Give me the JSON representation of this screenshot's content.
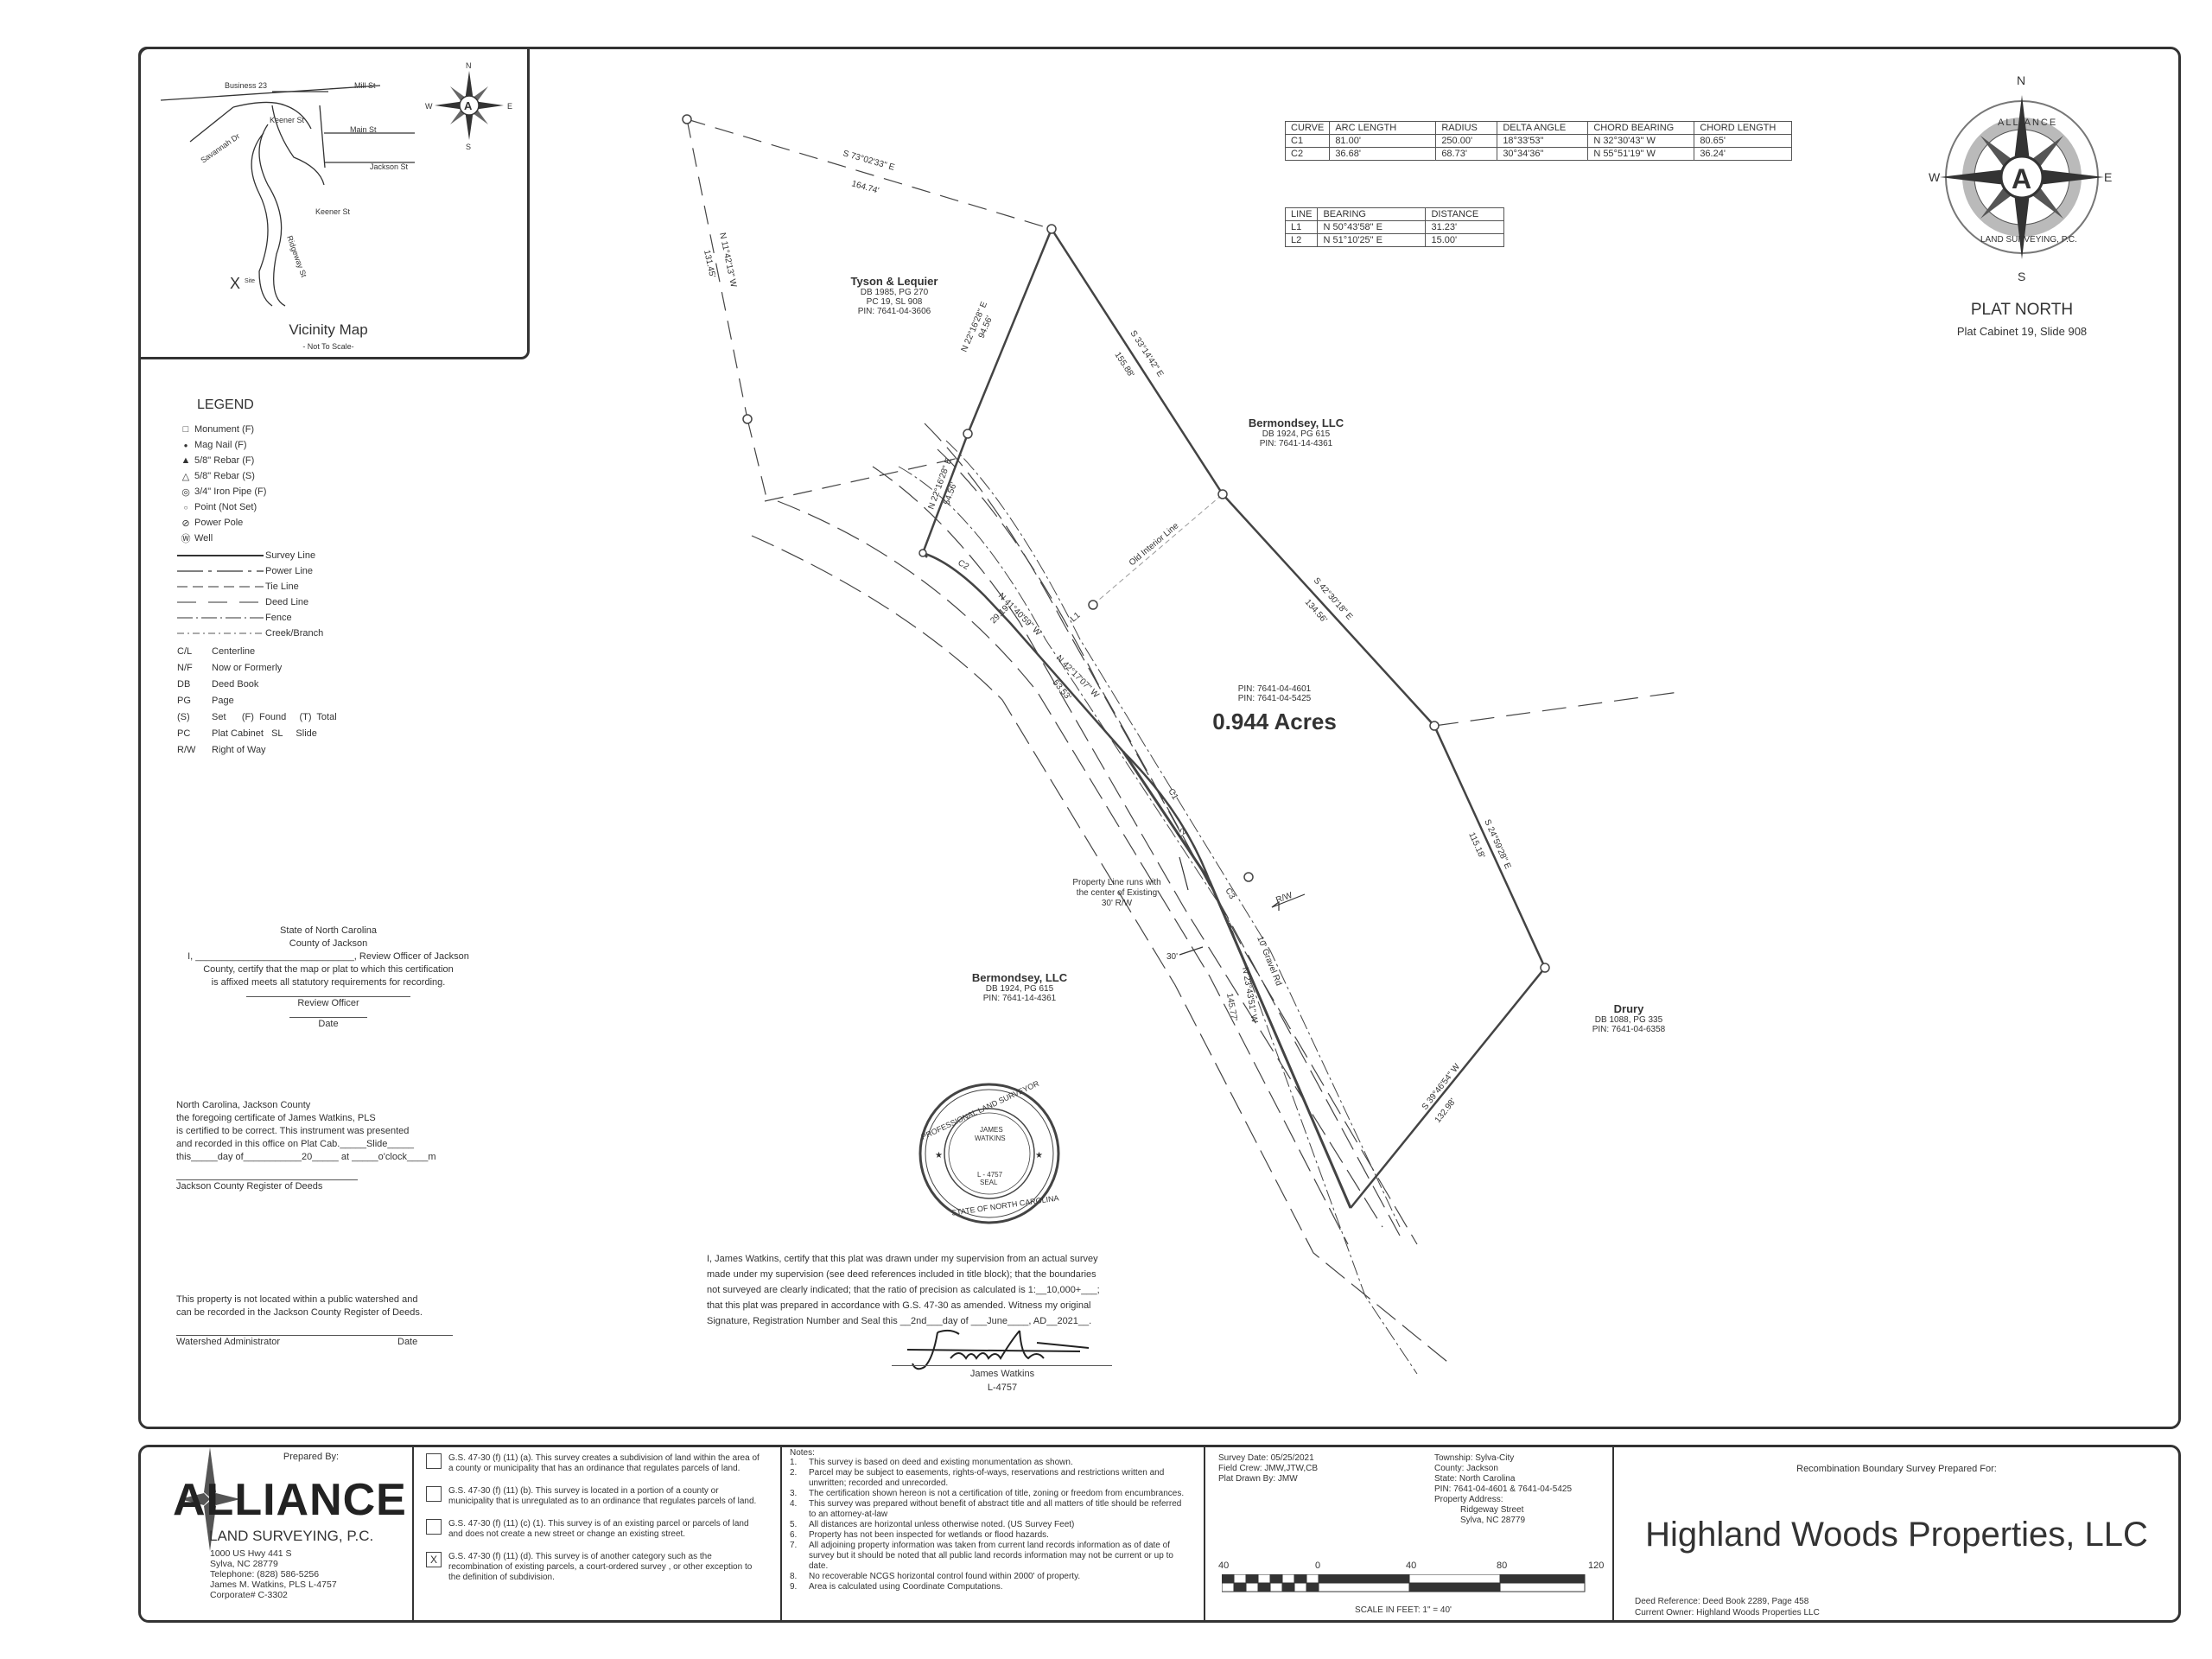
{
  "vicinity": {
    "title": "Vicinity Map",
    "subtitle": "- Not To Scale-",
    "streets": [
      "Business 23",
      "Mill St",
      "Main St",
      "Keener St",
      "Savannah Dr",
      "Jackson St",
      "Keener St",
      "Ridgeway St"
    ],
    "site_mark": "X",
    "site_label": "Site"
  },
  "compass_small": {
    "n": "N",
    "s": "S",
    "e": "E",
    "w": "W",
    "letter": "A"
  },
  "compass_large": {
    "n": "N",
    "s": "S",
    "e": "E",
    "w": "W",
    "letter": "A",
    "ring_top": "ALLIANCE",
    "ring_bottom": "LAND SURVEYING, P.C."
  },
  "plat_north": {
    "title": "PLAT NORTH",
    "ref": "Plat Cabinet 19, Slide 908"
  },
  "curve_table": {
    "headers": [
      "CURVE",
      "ARC LENGTH",
      "RADIUS",
      "DELTA ANGLE",
      "CHORD BEARING",
      "CHORD LENGTH"
    ],
    "rows": [
      [
        "C1",
        "81.00'",
        "250.00'",
        "18°33'53\"",
        "N 32°30'43\" W",
        "80.65'"
      ],
      [
        "C2",
        "36.68'",
        "68.73'",
        "30°34'36\"",
        "N 55°51'19\" W",
        "36.24'"
      ]
    ]
  },
  "line_table": {
    "headers": [
      "LINE",
      "BEARING",
      "DISTANCE"
    ],
    "rows": [
      [
        "L1",
        "N 50°43'58\" E",
        "31.23'"
      ],
      [
        "L2",
        "N 51°10'25\" E",
        "15.00'"
      ]
    ]
  },
  "legend": {
    "title": "LEGEND",
    "symbols": [
      {
        "sym": "□",
        "label": "Monument (F)"
      },
      {
        "sym": "●",
        "label": "Mag Nail (F)"
      },
      {
        "sym": "▲",
        "label": "5/8\" Rebar (F)"
      },
      {
        "sym": "△",
        "label": "5/8\" Rebar (S)"
      },
      {
        "sym": "◎",
        "label": "3/4\" Iron Pipe (F)"
      },
      {
        "sym": "○",
        "label": "Point (Not Set)"
      },
      {
        "sym": "⊘",
        "label": "Power Pole"
      },
      {
        "sym": "Ⓦ",
        "label": "Well"
      }
    ],
    "lines": [
      "Survey Line",
      "Power Line",
      "Tie Line",
      "Deed Line",
      "Fence",
      "Creek/Branch"
    ],
    "abbrevs": [
      [
        "C/L",
        "Centerline"
      ],
      [
        "N/F",
        "Now or Formerly"
      ],
      [
        "DB",
        "Deed Book"
      ],
      [
        "PG",
        "Page"
      ],
      [
        "(S)",
        "Set      (F)  Found     (T)  Total"
      ],
      [
        "PC",
        "Plat Cabinet   SL     Slide"
      ],
      [
        "R/W",
        "Right of Way"
      ]
    ]
  },
  "parcels": {
    "tyson": {
      "name": "Tyson & Lequier",
      "l1": "DB 1985, PG 270",
      "l2": "PC 19, SL 908",
      "l3": "PIN: 7641-04-3606"
    },
    "bermondsey_ne": {
      "name": "Bermondsey, LLC",
      "l1": "DB 1924, PG 615",
      "l2": "PIN: 7641-14-4361"
    },
    "bermondsey_sw": {
      "name": "Bermondsey, LLC",
      "l1": "DB 1924, PG 615",
      "l2": "PIN: 7641-14-4361"
    },
    "drury": {
      "name": "Drury",
      "l1": "DB 1088, PG 335",
      "l2": "PIN: 7641-04-6358"
    },
    "subject": {
      "pin1": "PIN: 7641-04-4601",
      "pin2": "PIN: 7641-04-5425",
      "acres": "0.944 Acres"
    }
  },
  "bearings": {
    "b1": "S 73°02'33\" E",
    "b1d": "164.74'",
    "b2": "N 11°42'13\" W",
    "b2d": "131.45'",
    "b3": "N 22°16'28\" E",
    "b3d": "94.56'",
    "b4": "S 33°14'42\" E",
    "b4d": "155.88'",
    "b5": "S 42°30'18\" E",
    "b5d": "134.56'",
    "b6": "S 24°59'28\" E",
    "b6d": "115.18'",
    "b7": "S 39°46'54\" W",
    "b7d": "132.98'",
    "b8": "N 22°16'28\" E",
    "b8d": "54.56'",
    "b9": "N 41°40'59\" W",
    "b9d": "29.19'",
    "b10": "N 42°17'07\" W",
    "b10d": "53.53'",
    "b11": "N 23°43'51\" W",
    "b11d": "145.77'",
    "road": "10' Gravel Rd",
    "row_note": "Property Line runs with the center of Existing 30' R/W",
    "row30": "30'",
    "rw": "R/W",
    "old_line": "Old Interior Line",
    "c1": "C1",
    "c2": "C2",
    "c3": "C3",
    "l1": "L1",
    "l2": "L2"
  },
  "review": {
    "l1": "State of North Carolina",
    "l2": "County of Jackson",
    "l3": "I, ______________________________, Review Officer of Jackson",
    "l4": "County, certify that the map or plat to which this certification",
    "l5": "is affixed meets all statutory requirements for recording.",
    "l6": "Review Officer",
    "l7": "Date"
  },
  "register": {
    "l1": "North Carolina, Jackson County",
    "l2": "the foregoing certificate of James Watkins, PLS",
    "l3": "is certified to be correct. This instrument was presented",
    "l4": "and recorded in this office on Plat Cab._____Slide_____",
    "l5": "this_____day of___________20_____ at _____o'clock____m",
    "l6": "Jackson County Register of Deeds"
  },
  "watershed": {
    "l1": "This property is not located within a public watershed and",
    "l2": "can be recorded in the Jackson County Register of Deeds.",
    "l3": "Watershed Administrator",
    "l4": "Date"
  },
  "seal": {
    "top": "PROFESSIONAL LAND SURVEYOR",
    "bottom": "STATE OF NORTH CAROLINA",
    "name1": "JAMES",
    "name2": "WATKINS",
    "lic": "L - 4757",
    "word": "SEAL"
  },
  "cert": {
    "l1": "I, James Watkins, certify that this plat was drawn under my supervision from an  actual survey",
    "l2": "made under my supervision (see deed references included in title block); that the boundaries",
    "l3": "not surveyed are clearly indicated; that the ratio of precision as calculated is 1:__10,000+___;",
    "l4": "that this plat was prepared in accordance with G.S. 47-30 as amended. Witness my original",
    "l5": "Signature, Registration Number and Seal this __2nd___day of ___June____, AD__2021__.",
    "name": "James Watkins",
    "lic": "L-4757"
  },
  "footer": {
    "prepared_by": "Prepared By:",
    "firm_big": "ALLIANCE",
    "firm_sub": "LAND SURVEYING, P.C.",
    "addr1": "1000 US Hwy 441 S",
    "addr2": "Sylva, NC 28779",
    "phone": "Telephone: (828) 586-5256",
    "pls": "James M. Watkins, PLS  L-4757",
    "corp": "Corporate# C-3302",
    "options": [
      {
        "mark": "",
        "text": "G.S. 47-30 (f) (11) (a). This survey creates a subdivision of land within the area of a county or municipality that has an ordinance that regulates parcels of land."
      },
      {
        "mark": "",
        "text": "G.S. 47-30 (f) (11) (b). This survey is located in a portion of a county or municipality that is unregulated as to an ordinance that regulates parcels of land."
      },
      {
        "mark": "",
        "text": "G.S. 47-30 (f) (11) (c) (1). This survey is of an existing parcel or parcels of land and does not create a new street or change an existing street."
      },
      {
        "mark": "X",
        "text": "G.S. 47-30 (f) (11) (d). This survey is of another category such as the recombination of existing parcels, a court-ordered survey , or other exception to the definition of subdivision."
      }
    ],
    "notes_title": "Notes:",
    "notes": [
      [
        "1.",
        "This survey is based on deed and existing monumentation as shown."
      ],
      [
        "2.",
        "Parcel may be subject to easements, rights-of-ways, reservations and restrictions written and unwritten; recorded and unrecorded."
      ],
      [
        "3.",
        "The certification shown hereon is not a certification of title, zoning or freedom from encumbrances."
      ],
      [
        "4.",
        "This survey was prepared without benefit of abstract title and all matters of title should be referred to an attorney-at-law"
      ],
      [
        "5.",
        "All distances are horizontal unless otherwise noted. (US Survey Feet)"
      ],
      [
        "6.",
        "Property has not been inspected for wetlands or flood hazards."
      ],
      [
        "7.",
        "All adjoining property information was taken from current land records information as of date of survey but it should be noted that all public land records information may not be current or up to date."
      ],
      [
        "8.",
        "No recoverable NCGS horizontal control found within 2000' of property."
      ],
      [
        "9.",
        "Area is calculated using Coordinate Computations."
      ]
    ],
    "survey_date": "Survey Date: 05/25/2021",
    "field_crew": "Field Crew: JMW,JTW,CB",
    "drawn_by": "Plat Drawn By: JMW",
    "township": "Township: Sylva-City",
    "county": "County: Jackson",
    "state": "State: North Carolina",
    "pin": "PIN: 7641-04-4601 & 7641-04-5425",
    "addr_label": "Property Address:",
    "addr_l1": "Ridgeway Street",
    "addr_l2": "Sylva, NC 28779",
    "scale_labels": [
      "40",
      "0",
      "40",
      "80",
      "120"
    ],
    "scale_text": "SCALE IN FEET: 1\" = 40'",
    "prepared_for": "Recombination Boundary Survey Prepared For:",
    "client": "Highland Woods Properties, LLC",
    "deed_ref": "Deed Reference: Deed Book 2289, Page 458",
    "owner": "Current Owner: Highland Woods Properties LLC"
  }
}
